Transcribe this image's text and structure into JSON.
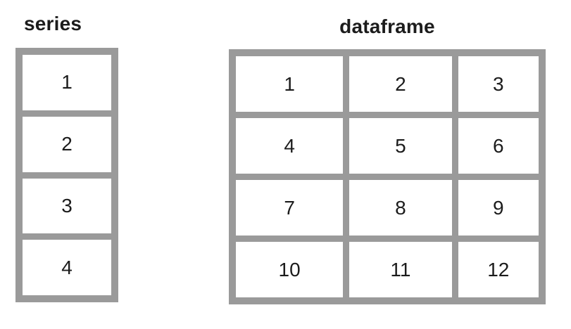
{
  "series": {
    "title": "series",
    "values": [
      "1",
      "2",
      "3",
      "4"
    ]
  },
  "dataframe": {
    "title": "dataframe",
    "rows": [
      [
        "1",
        "2",
        "3"
      ],
      [
        "4",
        "5",
        "6"
      ],
      [
        "7",
        "8",
        "9"
      ],
      [
        "10",
        "11",
        "12"
      ]
    ]
  },
  "colors": {
    "border_gray": "#9a9a9a",
    "cell_background": "#ffffff",
    "text": "#1c1c1c",
    "page_background": "#ffffff"
  }
}
